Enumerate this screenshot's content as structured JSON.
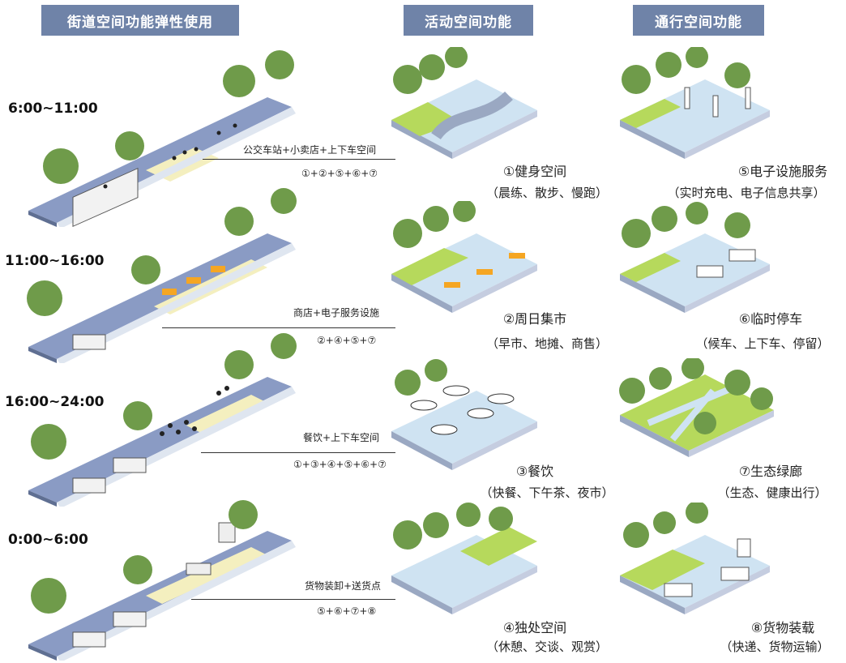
{
  "headers": {
    "street": "街道空间功能弹性使用",
    "activity": "活动空间功能",
    "traffic": "通行空间功能"
  },
  "timeslots": [
    {
      "time": "6:00~11:00",
      "callout": "公交车站+小卖店+上下车空间",
      "combo": "①+②+⑤+⑥+⑦"
    },
    {
      "time": "11:00~16:00",
      "callout": "商店+电子服务设施",
      "combo": "②+④+⑤+⑦"
    },
    {
      "time": "16:00~24:00",
      "callout": "餐饮+上下车空间",
      "combo": "①+③+④+⑤+⑥+⑦"
    },
    {
      "time": "0:00~6:00",
      "callout": "货物装卸+送货点",
      "combo": "⑤+⑥+⑦+⑧"
    }
  ],
  "activity_panels": [
    {
      "title": "①健身空间",
      "subtitle": "（晨练、散步、慢跑）"
    },
    {
      "title": "②周日集市",
      "subtitle": "（早市、地摊、商售）"
    },
    {
      "title": "③餐饮",
      "subtitle": "（快餐、下午茶、夜市）"
    },
    {
      "title": "④独处空间",
      "subtitle": "（休憩、交谈、观赏）"
    }
  ],
  "traffic_panels": [
    {
      "title": "⑤电子设施服务",
      "subtitle": "（实时充电、电子信息共享）"
    },
    {
      "title": "⑥临时停车",
      "subtitle": "（候车、上下车、停留）"
    },
    {
      "title": "⑦生态绿廊",
      "subtitle": "（生态、健康出行）"
    },
    {
      "title": "⑧货物装载",
      "subtitle": "（快递、货物运输）"
    }
  ],
  "colors": {
    "header_bg": "#6f83a8",
    "road": "#8a9bc4",
    "sidewalk": "#c7d7ea",
    "highlight": "#f4efbf",
    "grass": "#b6d95c",
    "water": "#cfe3f2",
    "tree": "#6f9b4a"
  }
}
